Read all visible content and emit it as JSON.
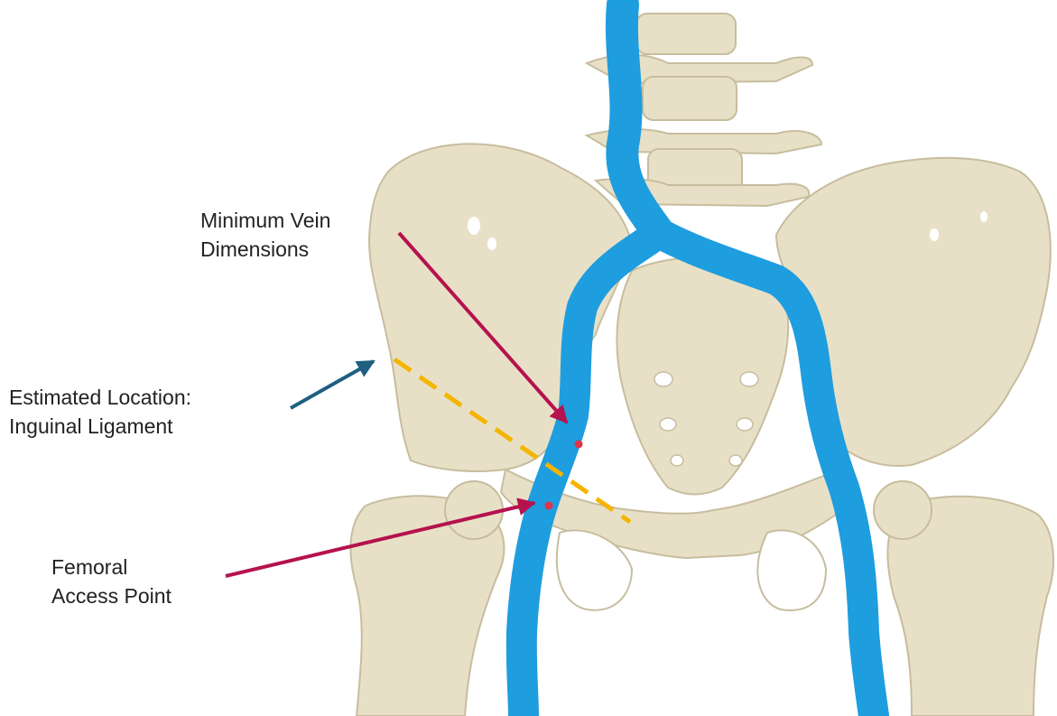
{
  "labels": {
    "minimum_vein": {
      "line1": "Minimum Vein",
      "line2": "Dimensions"
    },
    "inguinal": {
      "line1": "Estimated Location:",
      "line2": "Inguinal Ligament"
    },
    "femoral": {
      "line1": "Femoral",
      "line2": "Access Point"
    }
  },
  "colors": {
    "bone": "#e8e0c6",
    "bone_shadow": "#c7bd9e",
    "vein": "#1e9ddf",
    "vein_dark": "#1480bd",
    "marker_arrow": "#b5124e",
    "estimate_arrow": "#1f5f80",
    "ligament_line": "#f5b400",
    "point_dot": "#e0344a"
  },
  "icons": {
    "pelvis": "pelvis-bone-illustration",
    "vein": "iliac-femoral-vein-illustration"
  }
}
